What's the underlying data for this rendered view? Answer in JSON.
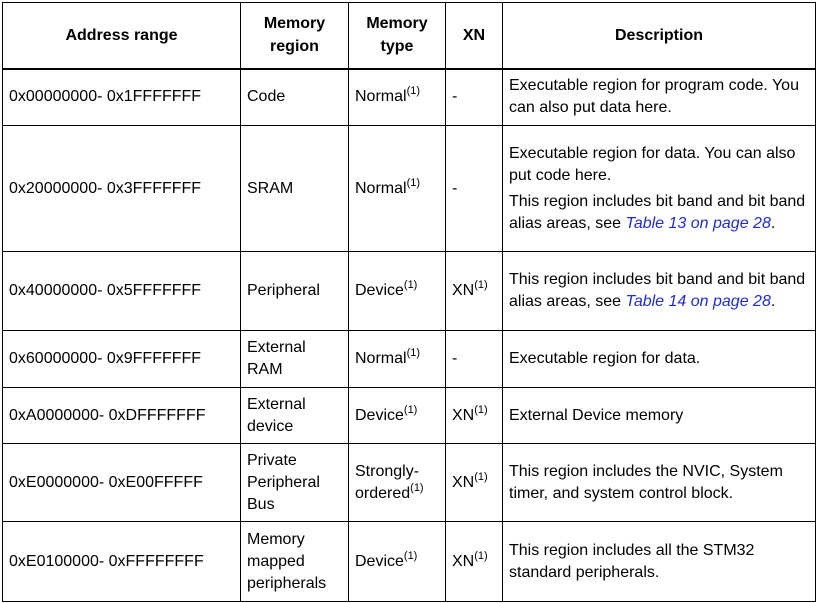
{
  "headers": {
    "address": "Address range",
    "region": "Memory region",
    "type": "Memory type",
    "xn": "XN",
    "description": "Description"
  },
  "rows": [
    {
      "address": "0x00000000- 0x1FFFFFFF",
      "region": "Code",
      "type": "Normal",
      "type_note": "(1)",
      "xn": "-",
      "xn_note": "",
      "description": [
        {
          "text": "Executable region for program code. You can also put data here."
        }
      ]
    },
    {
      "address": "0x20000000- 0x3FFFFFFF",
      "region": "SRAM",
      "type": "Normal",
      "type_note": "(1)",
      "xn": "-",
      "xn_note": "",
      "description": [
        {
          "text": "Executable region for data. You can also put code here."
        },
        {
          "text": "This region includes bit band and bit band alias areas, see ",
          "link": "Table 13 on page 28",
          "after": "."
        }
      ]
    },
    {
      "address": "0x40000000- 0x5FFFFFFF",
      "region": "Peripheral",
      "type": "Device",
      "type_note": "(1)",
      "xn": "XN",
      "xn_note": "(1)",
      "description": [
        {
          "text": "This region includes bit band and bit band alias areas, see ",
          "link": "Table 14 on page 28",
          "after": "."
        }
      ]
    },
    {
      "address": "0x60000000- 0x9FFFFFFF",
      "region": "External RAM",
      "type": "Normal",
      "type_note": "(1)",
      "xn": "-",
      "xn_note": "",
      "description": [
        {
          "text": "Executable region for data."
        }
      ]
    },
    {
      "address": "0xA0000000- 0xDFFFFFFF",
      "region": "External device",
      "type": "Device",
      "type_note": "(1)",
      "xn": "XN",
      "xn_note": "(1)",
      "description": [
        {
          "text": "External Device memory"
        }
      ]
    },
    {
      "address": "0xE0000000- 0xE00FFFFF",
      "region": "Private Peripheral Bus",
      "type": "Strongly-ordered",
      "type_note": "(1)",
      "xn": "XN",
      "xn_note": "(1)",
      "description": [
        {
          "text": "This region includes the NVIC, System timer, and system control block."
        }
      ]
    },
    {
      "address": "0xE0100000- 0xFFFFFFFF",
      "region": "Memory mapped peripherals",
      "type": "Device",
      "type_note": "(1)",
      "xn": "XN",
      "xn_note": "(1)",
      "description": [
        {
          "text": "This region includes all the STM32 standard peripherals."
        }
      ]
    }
  ]
}
